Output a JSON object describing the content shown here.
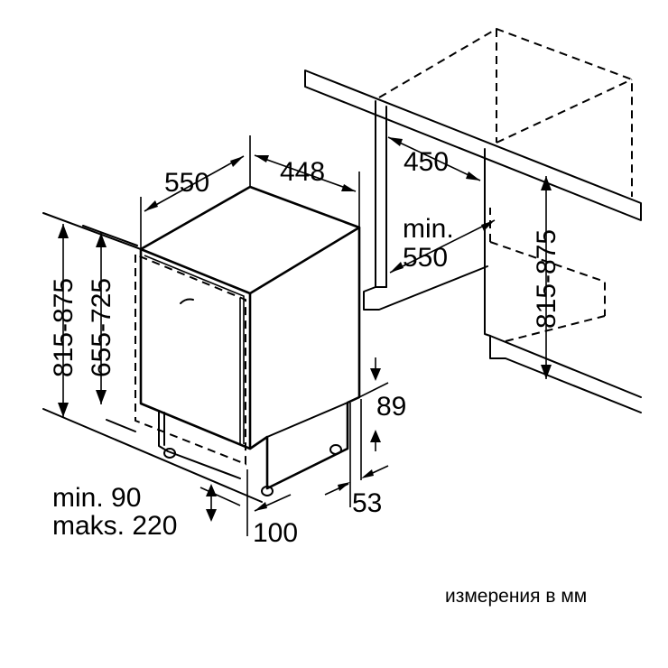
{
  "dimensions": {
    "depth": "550",
    "width": "448",
    "niche_depth": "450",
    "niche_width_label": "min.",
    "niche_width_value": "550",
    "niche_height": "815-875",
    "total_height": "815-875",
    "appliance_height": "655-725",
    "plinth_clearance_top": "89",
    "plinth_offset": "53",
    "foot_distance": "100",
    "plinth_min": "min. 90",
    "plinth_max": "maks. 220"
  },
  "caption": "измерения в мм"
}
